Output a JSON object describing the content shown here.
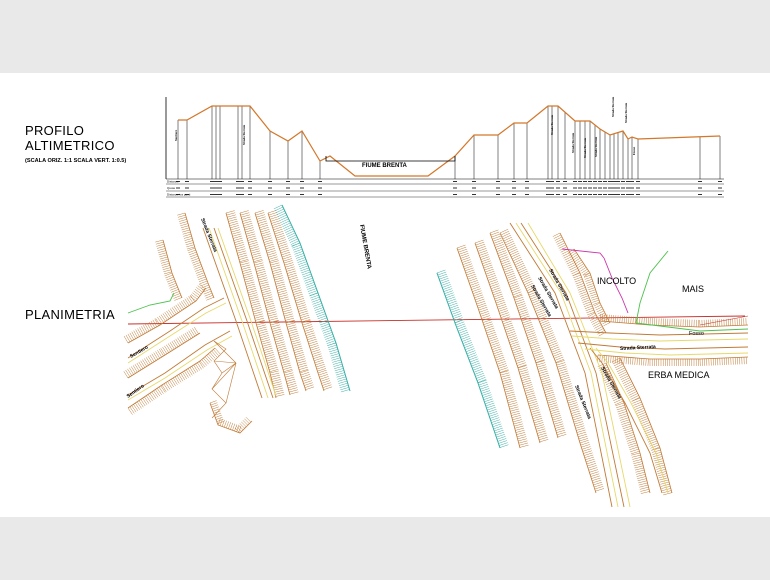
{
  "profile": {
    "title_line1": "PROFILO",
    "title_line2": "ALTIMETRICO",
    "scale_note": "(SCALA ORIZ. 1:1   SCALA VERT.  1:0.5)",
    "river_label": "FIUME BRENTA",
    "row_labels": [
      "Distanze",
      "Quote",
      "Distanze tra punti"
    ]
  },
  "plan": {
    "title": "PLANIMETRIA",
    "river_label": "FIUME BRENTA",
    "field_labels": {
      "incolto": "INCOLTO",
      "mais": "MAIS",
      "erba_medica": "ERBA MEDICA",
      "fosso": "Fosso"
    },
    "road_labels": {
      "strada_sterrata": "Strada Sterrata",
      "sentiero": "Sentiero"
    }
  },
  "colors": {
    "profile_line": "#d4772a",
    "road_brown": "#c07a36",
    "road_yellow": "#e8d86a",
    "section_line": "#c8302a",
    "river_bank": "#3ab0a8",
    "field_green": "#4cc24c",
    "field_magenta": "#cc33aa",
    "sheet_bg": "#ffffff",
    "frame_bg": "#e9e9e9"
  }
}
